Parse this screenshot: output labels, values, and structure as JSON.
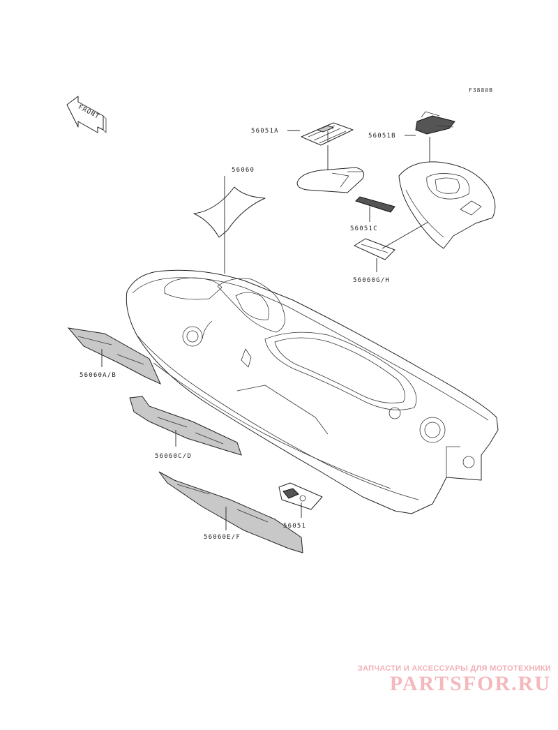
{
  "figure_code": "F3880B",
  "front_label": "FRONT",
  "callouts": [
    {
      "id": "56051A",
      "label": "56051A"
    },
    {
      "id": "56051B",
      "label": "56051B"
    },
    {
      "id": "56060",
      "label": "56060"
    },
    {
      "id": "56051C",
      "label": "56051C"
    },
    {
      "id": "56060G/H",
      "label": "56060G/H"
    },
    {
      "id": "56060A/B",
      "label": "56060A/B"
    },
    {
      "id": "56060C/D",
      "label": "56060C/D"
    },
    {
      "id": "56051",
      "label": "56051"
    },
    {
      "id": "56060E/F",
      "label": "56060E/F"
    }
  ],
  "watermark": {
    "tagline": "ЗАПЧАСТИ И АКСЕССУАРЫ ДЛЯ МОТОТЕХНИКИ",
    "brand": "PARTSFOR.RU"
  }
}
